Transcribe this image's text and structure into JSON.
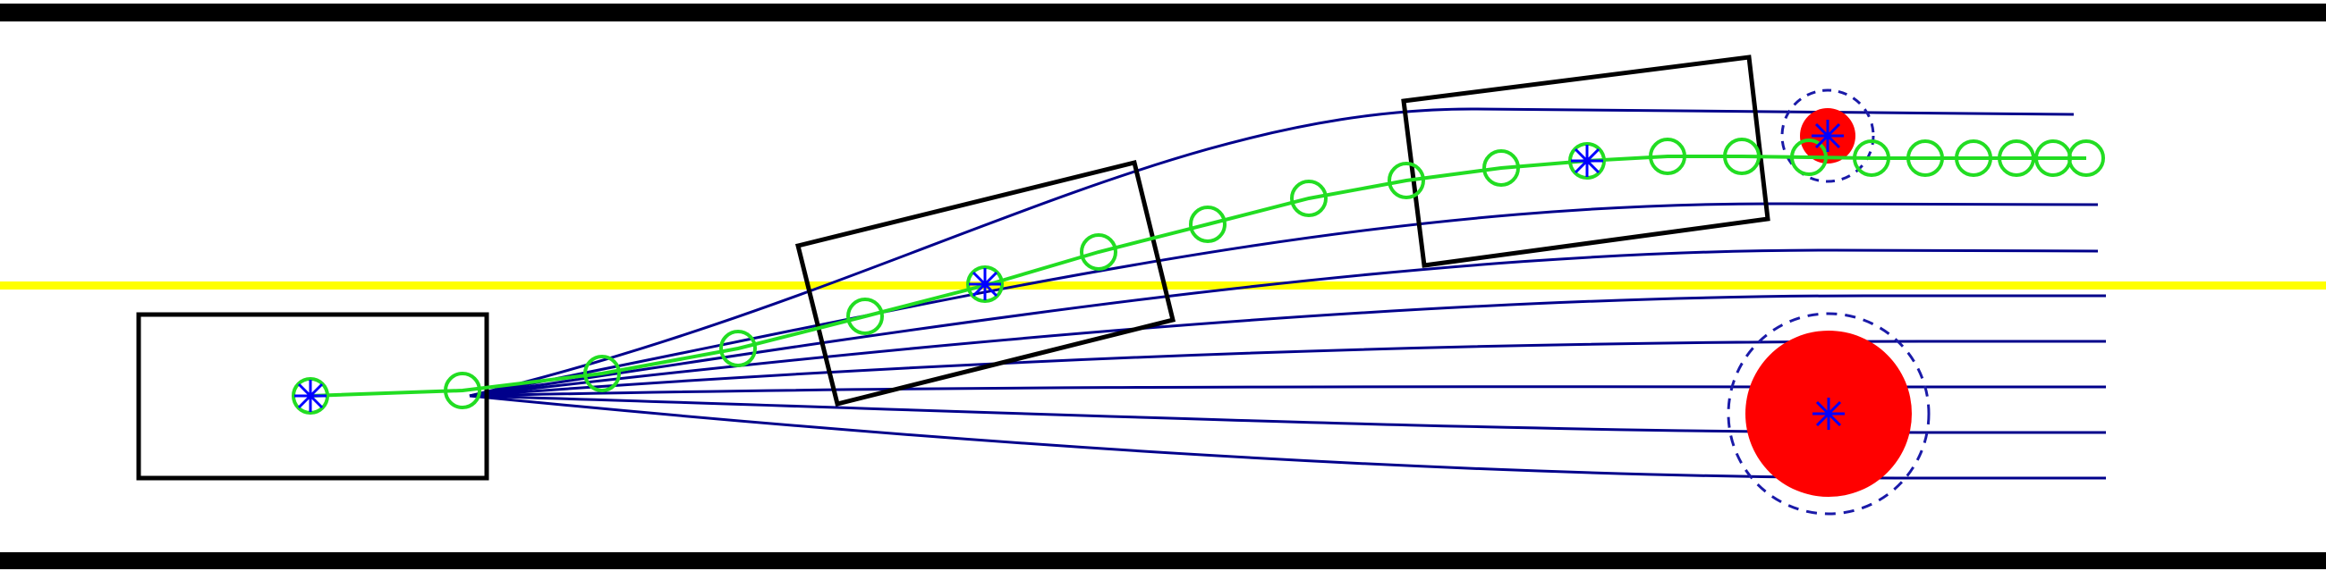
{
  "colors": {
    "background": "#ffffff",
    "road_boundary": "#000000",
    "lane_divider": "#ffff00",
    "candidate_path": "#00008b",
    "planned_path": "#22dd22",
    "obstacle": "#ff0000",
    "safety_margin": "#1a1aa8",
    "waypoint_marker": "#0000ff",
    "vehicle_outline": "#000000"
  },
  "icons": {
    "vehicle": "rectangle-outline",
    "waypoint": "asterisk-icon",
    "path_sample": "circle-outline",
    "obstacle": "filled-circle",
    "safety_margin": "dashed-circle"
  }
}
